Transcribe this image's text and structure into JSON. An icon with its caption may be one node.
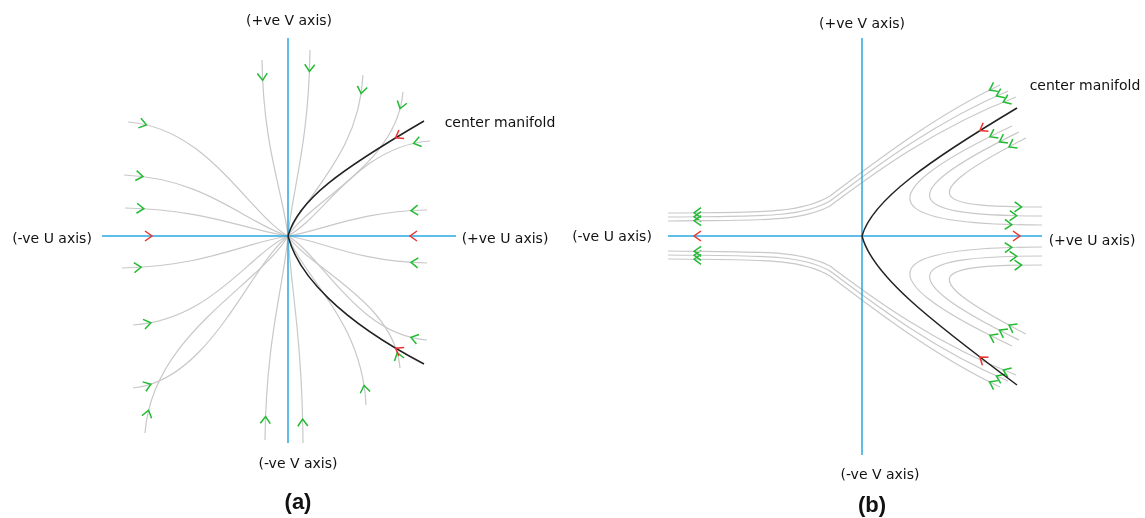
{
  "diagram": {
    "labels": [
      "(+ve V axis)",
      "(+ve V axis)",
      "center manifold",
      "center manifold",
      "(-ve U axis)",
      "(+ve U axis)",
      "(-ve U axis)",
      "(+ve U axis)",
      "(-ve V axis)",
      "(-ve V axis)",
      "(a)",
      "(b)"
    ]
  }
}
